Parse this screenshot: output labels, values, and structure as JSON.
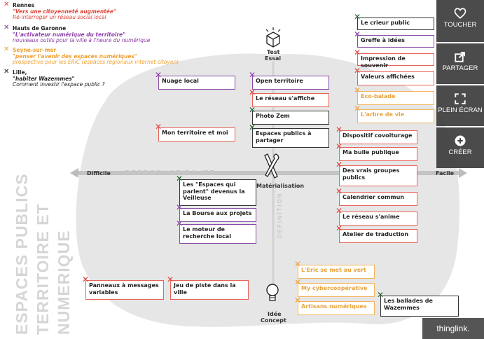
{
  "legend": [
    {
      "title": "Rennes",
      "quote": "\"Vers une citoyenneté augmentée\"",
      "desc": "Ré-interroger un réseau social local",
      "color": "#e0443a"
    },
    {
      "title": "Hauts de Garonne",
      "quote": "\"L'activateur numérique du territoire\"",
      "desc": "nouveaux outils pour la ville à l'heure du numérique",
      "color": "#8a3aa6"
    },
    {
      "title": "Seyne-sur-mer",
      "quote": "\"penser l'avenir des espaces numériques\"",
      "desc": "prospective pour les ERIC (espaces régionaux internet citoyen)",
      "color": "#f0a030"
    },
    {
      "title": "Lille,",
      "quote": "\"habiter Wazemmes\"",
      "desc": "Comment investir l'espace public ?",
      "color": "#222222"
    }
  ],
  "axes": {
    "difficile": "Difficile",
    "facile": "Facile",
    "reproductibilite": "REPRODUCTIBILITE",
    "definition": "DEFINITION",
    "test": "Test",
    "essai": "Essai",
    "materialisation": "Matérialisation",
    "idee": "Idée",
    "concept": "Concept"
  },
  "watermark": [
    "ESPACES PUBLICS",
    "TERRITOIRE ET",
    "NUMERIQUE"
  ],
  "boxes": [
    {
      "text": "Le crieur public",
      "color": "blk"
    },
    {
      "text": "Greffe à idées",
      "color": "pur"
    },
    {
      "text": "Impression de souvenir",
      "color": "red"
    },
    {
      "text": "Valeurs affichées",
      "color": "red"
    },
    {
      "text": "Eco-balade",
      "color": "org"
    },
    {
      "text": "L'arbre de vie",
      "color": "org"
    },
    {
      "text": "Nuage local",
      "color": "pur"
    },
    {
      "text": "Open territoire",
      "color": "pur"
    },
    {
      "text": "Le réseau s'affiche",
      "color": "red"
    },
    {
      "text": "Photo Zem",
      "color": "blk"
    },
    {
      "text": "Espaces publics à partager",
      "color": "blk"
    },
    {
      "text": "Mon territoire et moi",
      "color": "red"
    },
    {
      "text": "Dispositif covoiturage",
      "color": "red"
    },
    {
      "text": "Ma bulle publique",
      "color": "red"
    },
    {
      "text": "Des vrais groupes publics",
      "color": "red"
    },
    {
      "text": "Calendrier commun",
      "color": "red"
    },
    {
      "text": "Le réseau s'anime",
      "color": "red"
    },
    {
      "text": "Atelier de traduction",
      "color": "red"
    },
    {
      "text": "Les \"Espaces qui parlent\" devenus la Veilleuse",
      "color": "blk"
    },
    {
      "text": "La Bourse aux projets",
      "color": "pur"
    },
    {
      "text": "Le moteur de recherche local",
      "color": "pur"
    },
    {
      "text": "L'Eric se met au vert",
      "color": "org"
    },
    {
      "text": "My cybercoopérative",
      "color": "org"
    },
    {
      "text": "Artisans numériques",
      "color": "org"
    },
    {
      "text": "Les ballades de Wazemmes",
      "color": "blk"
    },
    {
      "text": "Panneaux à messages variables",
      "color": "red"
    },
    {
      "text": "Jeu de piste dans la ville",
      "color": "red"
    }
  ],
  "marker": "✕",
  "sidebar": {
    "toucher": "TOUCHER",
    "partager": "PARTAGER",
    "plein_ecran": "PLEIN ÉCRAN",
    "creer": "CRÉER"
  },
  "brand": "thinglink."
}
